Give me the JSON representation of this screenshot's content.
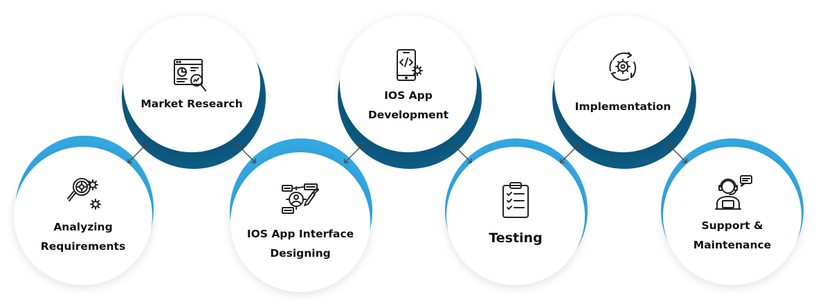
{
  "steps": [
    {
      "label": "Analyzing\nRequirements",
      "icon": "magnifier-gear-icon",
      "ring_color": "#33a7e0"
    },
    {
      "label": "Market Research",
      "icon": "chart-magnifier-icon",
      "ring_color": "#0d5a82"
    },
    {
      "label": "IOS App Interface\nDesigning",
      "icon": "design-pen-icon",
      "ring_color": "#33a7e0"
    },
    {
      "label": "IOS App\nDevelopment",
      "icon": "mobile-code-icon",
      "ring_color": "#0d5a82"
    },
    {
      "label": "Testing",
      "icon": "clipboard-checklist-icon",
      "ring_color": "#33a7e0"
    },
    {
      "label": "Implementation",
      "icon": "gear-cycle-icon",
      "ring_color": "#0d5a82"
    },
    {
      "label": "Support &\nMaintenance",
      "icon": "support-agent-icon",
      "ring_color": "#33a7e0"
    }
  ]
}
